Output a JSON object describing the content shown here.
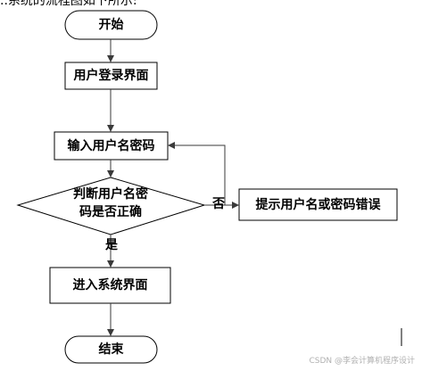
{
  "caption_top": "..系统的流程图如下所示:",
  "flowchart": {
    "start": "开始",
    "login_page": "用户登录界面",
    "input_credentials": "输入用户名密码",
    "decision_line1": "判断用户名密",
    "decision_line2": "码是否正确",
    "error_prompt": "提示用户名或密码错误",
    "enter_system": "进入系统界面",
    "end": "结束",
    "label_no": "否",
    "label_yes": "是"
  },
  "watermark": "CSDN @李会计算机程序设计"
}
